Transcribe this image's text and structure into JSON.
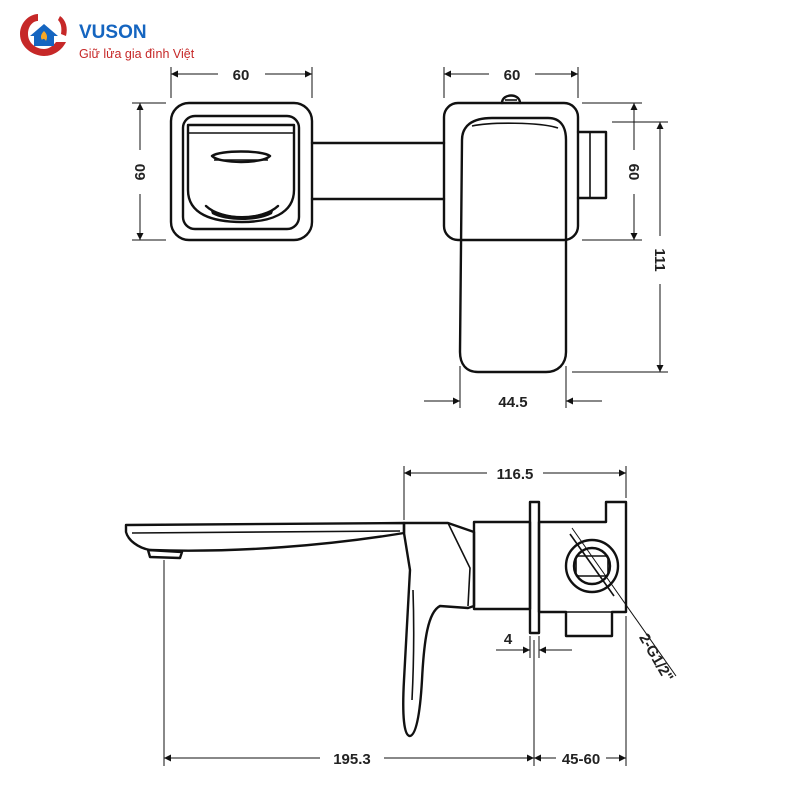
{
  "brand": {
    "name": "VUSON",
    "slogan": "Giữ lửa gia đình Việt",
    "colors": {
      "primary": "#1565c0",
      "accent": "#c62828",
      "flame": "#f9a825"
    }
  },
  "dimensions": {
    "top_left_width": "60",
    "top_left_height": "60",
    "top_right_width": "60",
    "top_right_height": "60",
    "top_right_total": "111",
    "handle_width": "44.5",
    "side_depth": "116.5",
    "wall_plate": "4",
    "connection": "2-G1/2\"",
    "spout_length": "195.3",
    "wall_range": "45-60"
  }
}
